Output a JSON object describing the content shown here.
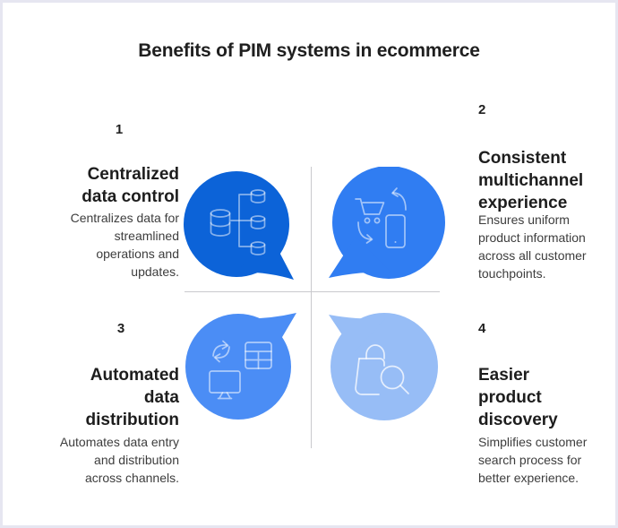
{
  "title": "Benefits of PIM systems in ecommerce",
  "colors": {
    "bubble_1": "#0c63d8",
    "bubble_2": "#307df2",
    "bubble_3": "#4b8df5",
    "bubble_4": "#97bdf6",
    "divider": "#c9c9cd",
    "heading_text": "#1d1d1d",
    "body_text": "#3d3d3d",
    "canvas_border": "#e6e6f1"
  },
  "items": [
    {
      "number": "1",
      "heading": "Centralized\ndata control",
      "description": "Centralizes data for\nstreamlined\noperations and\nupdates.",
      "icon": "database-network-icon",
      "bubble_color": "#0c63d8"
    },
    {
      "number": "2",
      "heading": "Consistent\nmultichannel\nexperience",
      "description": "Ensures uniform\nproduct information\nacross all customer\ntouchpoints.",
      "icon": "cart-phone-sync-icon",
      "bubble_color": "#307df2"
    },
    {
      "number": "3",
      "heading": "Automated\ndata\ndistribution",
      "description": "Automates data entry\nand distribution\nacross channels.",
      "icon": "screen-table-sync-icon",
      "bubble_color": "#4b8df5"
    },
    {
      "number": "4",
      "heading": "Easier\nproduct\ndiscovery",
      "description": "Simplifies customer\nsearch process for\nbetter experience.",
      "icon": "bag-magnifier-icon",
      "bubble_color": "#97bdf6"
    }
  ]
}
